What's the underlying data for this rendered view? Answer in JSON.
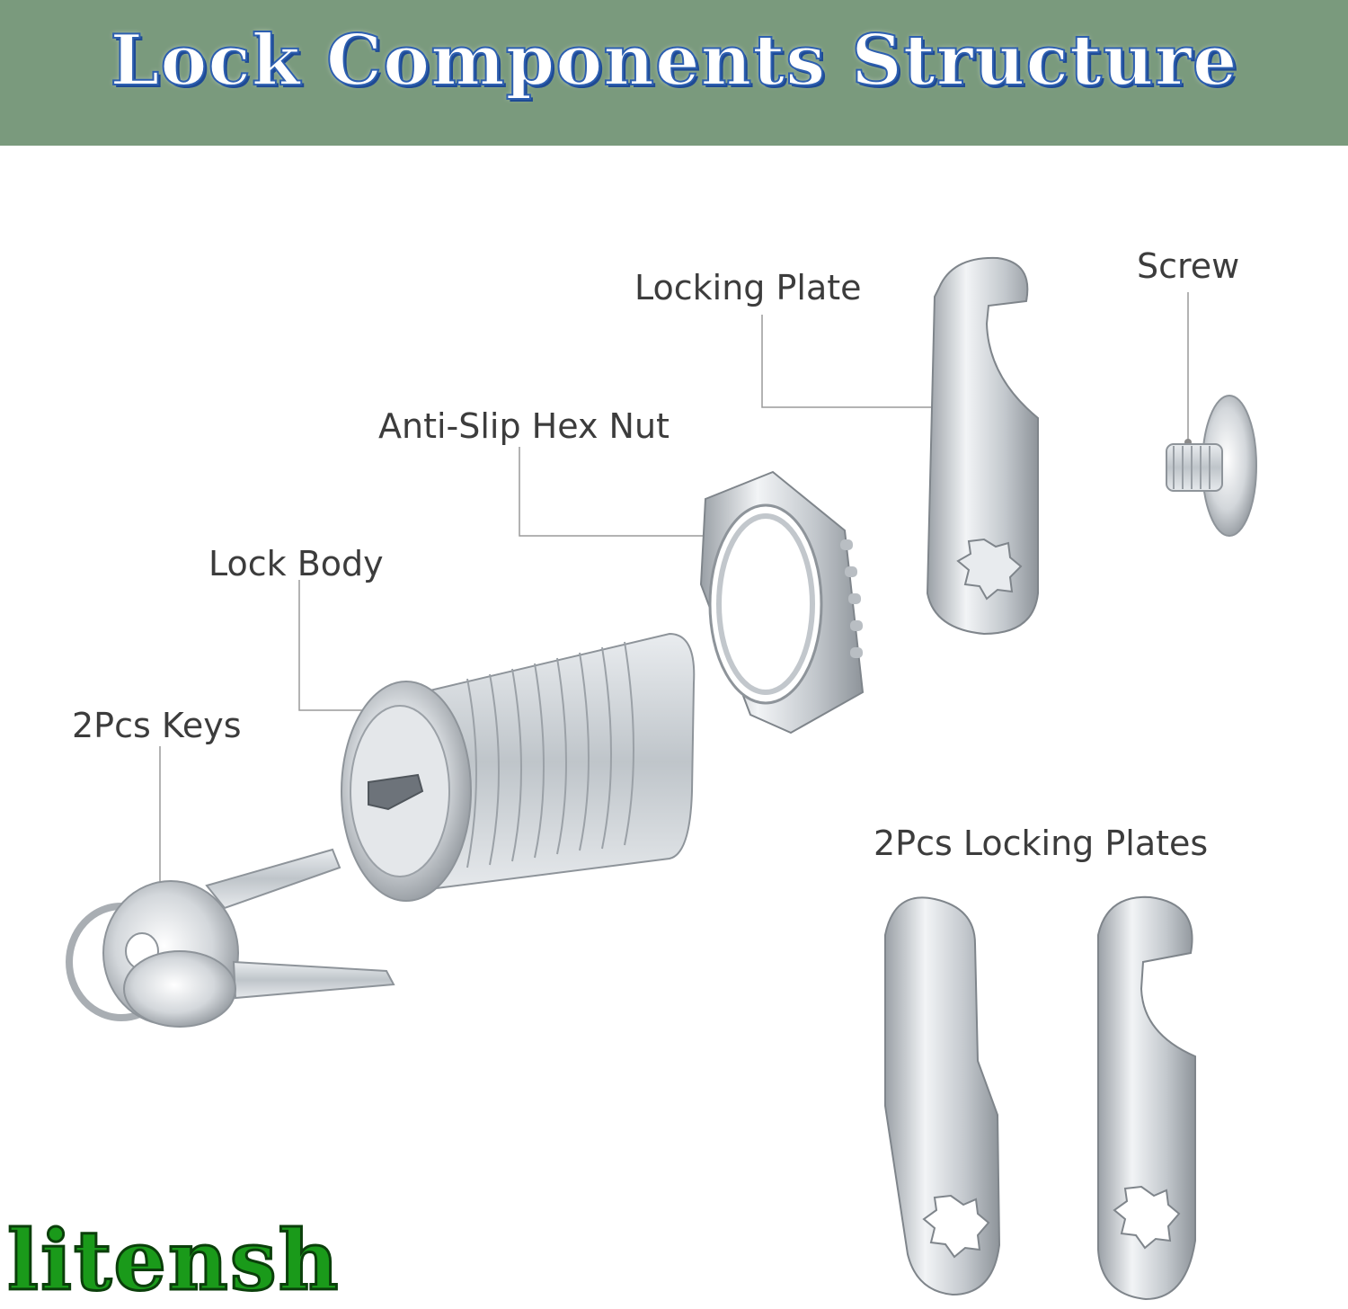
{
  "title": "Lock Components Structure",
  "labels": {
    "locking_plate": "Locking Plate",
    "screw": "Screw",
    "hex_nut": "Anti-Slip Hex Nut",
    "lock_body": "Lock Body",
    "keys": "2Pcs Keys",
    "plates": "2Pcs Locking Plates"
  },
  "brand": "litensh",
  "colors": {
    "header_bg": "#7a9a7d",
    "title_fill": "#ffffff",
    "title_outline": "#2d5fb0",
    "label_text": "#3c3c3c",
    "leader_line": "#9a9a9a",
    "metal": "#c8ccd0",
    "brand_green": "#1a9a1a"
  }
}
